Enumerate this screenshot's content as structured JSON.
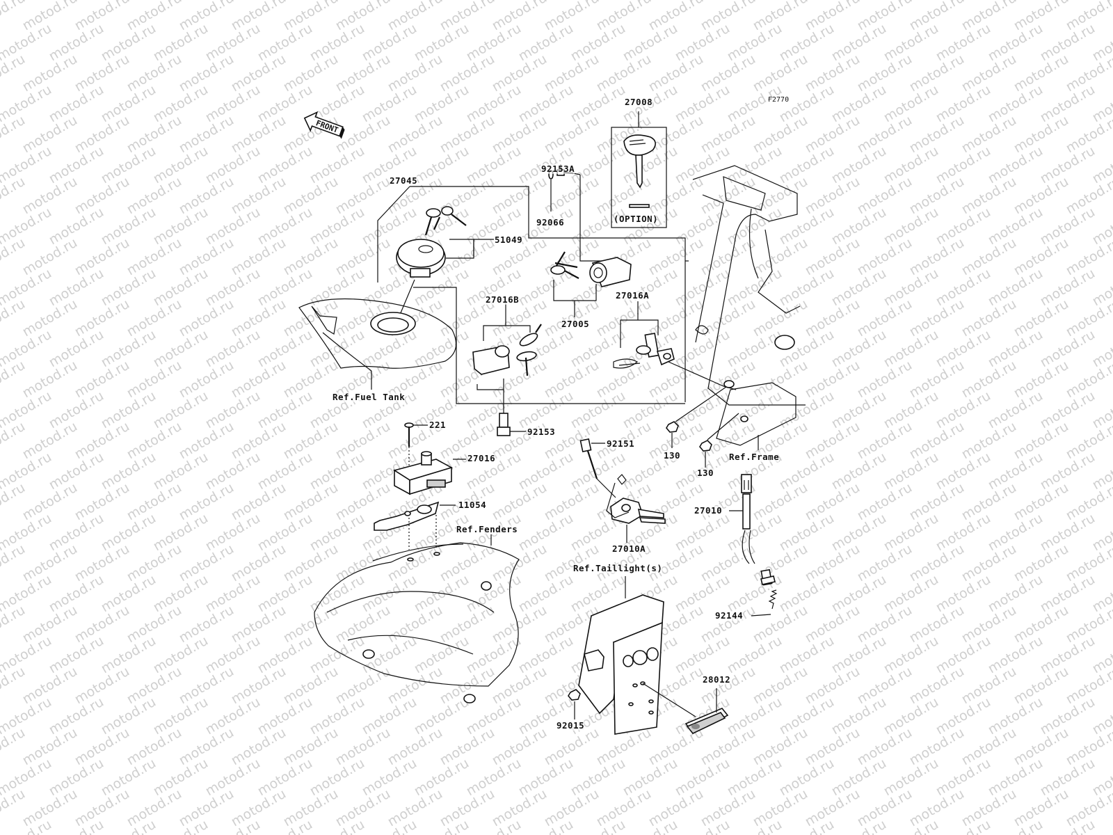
{
  "diagram_code": "F2770",
  "front_label": "FRONT",
  "watermark_text": "motod.ru",
  "option_label": "(OPTION)",
  "parts": {
    "p27008": "27008",
    "p92153A": "92153A",
    "p92066": "92066",
    "p27045": "27045",
    "p51049": "51049",
    "p27016B": "27016B",
    "p27005": "27005",
    "p27016A": "27016A",
    "p92153": "92153",
    "p221": "221",
    "p27016": "27016",
    "p11054": "11054",
    "p92151": "92151",
    "p130a": "130",
    "p130b": "130",
    "p27010": "27010",
    "p27010A": "27010A",
    "p92144": "92144",
    "p28012": "28012",
    "p92015": "92015"
  },
  "refs": {
    "fuel_tank": "Ref.Fuel Tank",
    "fenders": "Ref.Fenders",
    "frame": "Ref.Frame",
    "taillight": "Ref.Taillight(s)"
  }
}
